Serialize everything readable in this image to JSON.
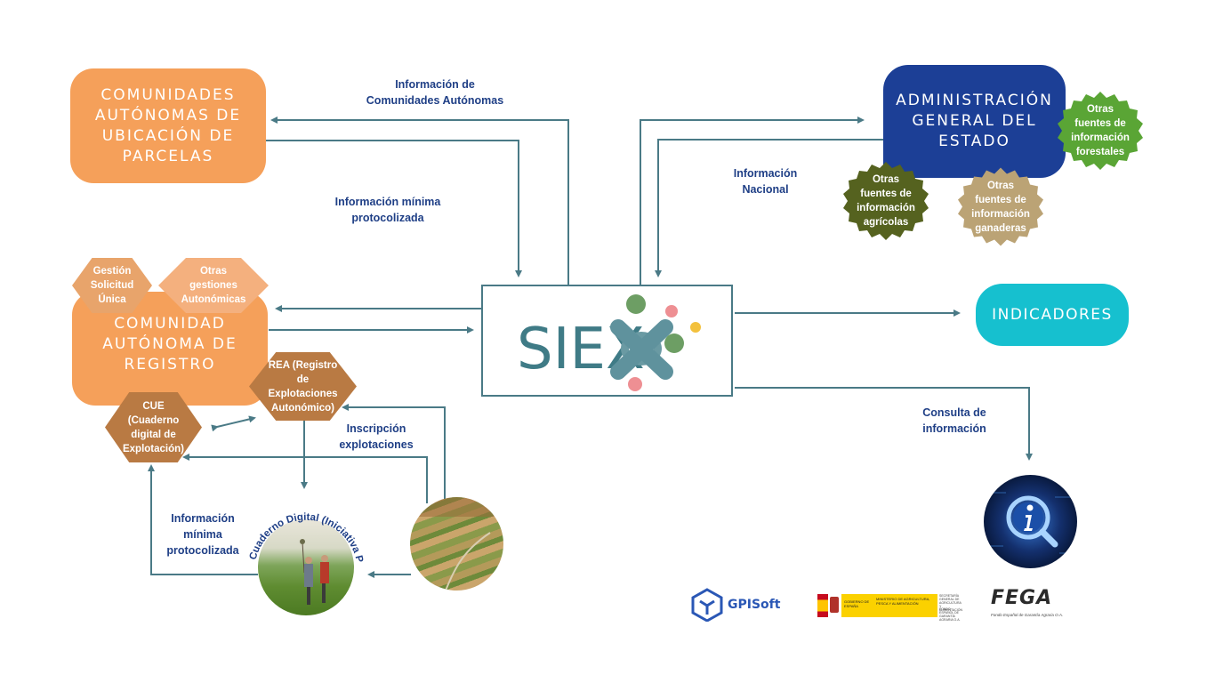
{
  "nodes": {
    "ccaa_parcelas": "COMUNIDADES AUTÓNOMAS DE UBICACIÓN DE PARCELAS",
    "age": "ADMINISTRACIÓN GENERAL DEL ESTADO",
    "ca_registro": "COMUNIDAD AUTÓNOMA DE REGISTRO",
    "indicadores": "INDICADORES",
    "siex": "SIEX",
    "gestion_solicitud": "Gestión Solicitud Única",
    "otras_gestiones": "Otras gestiones Autonómicas",
    "rea": "REA (Registro de Explotaciones Autonómico)",
    "cue": "CUE (Cuaderno digital de Explotación)",
    "otras_agricolas": "Otras fuentes de información agrícolas",
    "otras_ganaderas": "Otras fuentes de información ganaderas",
    "otras_forestales": "Otras fuentes de información forestales",
    "cuaderno_digital": "Cuaderno Digital (Iniciativa Privada)"
  },
  "edge_labels": {
    "info_ccaa": "Información de Comunidades Autónomas",
    "info_minima_top": "Información mínima protocolizada",
    "info_nacional": "Información Nacional",
    "inscripcion": "Inscripción explotaciones",
    "info_minima_bottom": "Información mínima protocolizada",
    "consulta": "Consulta de información"
  },
  "logos": {
    "gpisoft": "GPISoft",
    "gobierno": "GOBIERNO DE ESPAÑA",
    "ministerio": "MINISTERIO DE AGRICULTURA, PESCA Y ALIMENTACIÓN",
    "secretaria": "SECRETARÍA GENERAL DE AGRICULTURA Y ALIMENTACIÓN",
    "fondo": "FONDO ESPAÑOL DE GARANTÍA AGRARIA O.A.",
    "fega": "FEGA",
    "fega_sub": "Fondo Español de Garantía Agraria O.A."
  },
  "icons": {
    "info": "info-magnifier-icon"
  },
  "colors": {
    "orange": "#f5a05a",
    "light_orange": "#e8a46b",
    "brown": "#b97a43",
    "navy": "#1c3f96",
    "cyan": "#16c0cf",
    "arrow": "#4a7a86",
    "label": "#1f3f86",
    "green_dark": "#55621f",
    "green_light": "#5aa535",
    "tan": "#bba375"
  }
}
